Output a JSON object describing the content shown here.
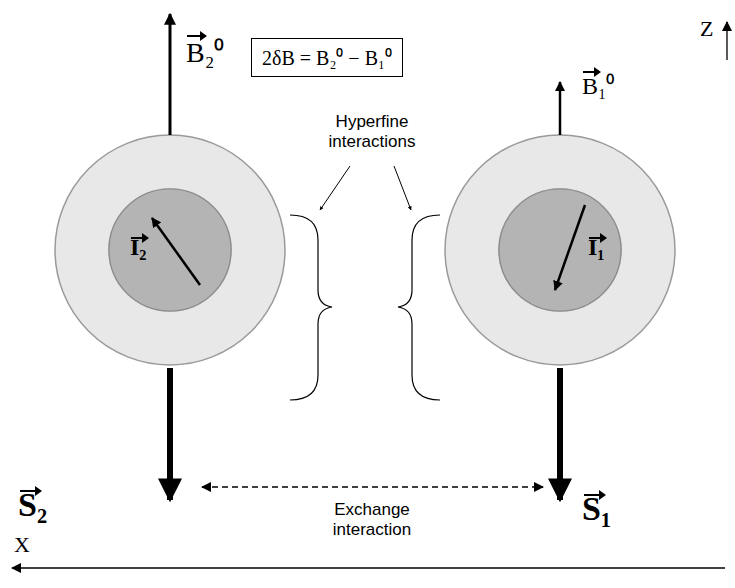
{
  "diagram": {
    "nodes": [
      {
        "text": [
          "2δB = B₂⁰ − B₁⁰"
        ]
      },
      {
        "text": [
          "I₂"
        ]
      },
      {
        "text": [
          "I₁"
        ]
      }
    ],
    "labels": [
      "B₂⁰",
      "B₁⁰",
      "Z",
      "Hyperfine interactions",
      "S₂",
      "S₁",
      "Exchange interaction",
      "X"
    ]
  }
}
